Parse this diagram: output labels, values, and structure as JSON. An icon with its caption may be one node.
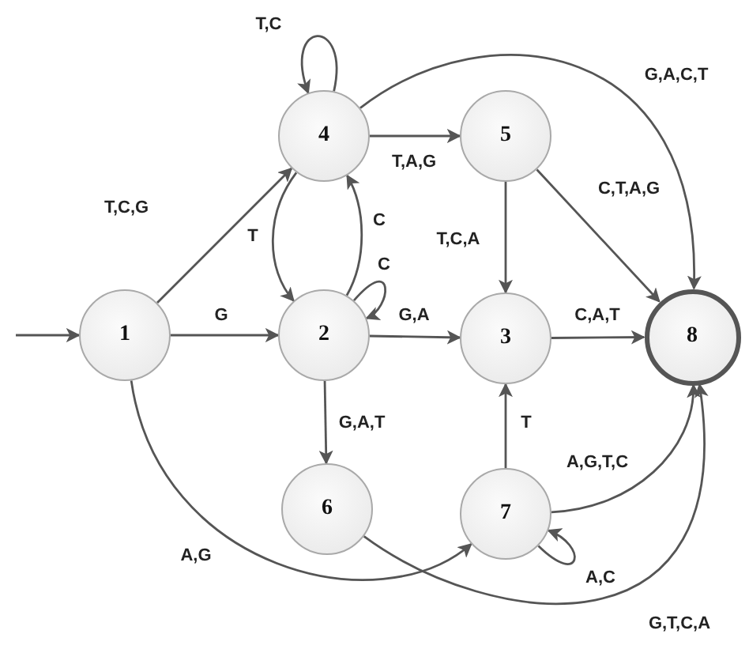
{
  "diagram": {
    "nodes": [
      {
        "text": [
          "1"
        ]
      },
      {
        "text": [
          "2"
        ]
      },
      {
        "text": [
          "3"
        ]
      },
      {
        "text": [
          "4"
        ]
      },
      {
        "text": [
          "5"
        ]
      },
      {
        "text": [
          "6"
        ]
      },
      {
        "text": [
          "7"
        ]
      },
      {
        "text": [
          "8"
        ]
      }
    ],
    "edges": [
      {
        "from": null,
        "to": 0,
        "arrow": "to"
      },
      {
        "from": 0,
        "to": 3,
        "arrow": "to",
        "label": "T,C,G"
      },
      {
        "from": 0,
        "to": 1,
        "arrow": "to",
        "label": "G"
      },
      {
        "from": 0,
        "to": 6,
        "arrow": "to",
        "label": "A,G"
      },
      {
        "from": 3,
        "to": 3,
        "arrow": "to",
        "label": "T,C"
      },
      {
        "from": 3,
        "to": 4,
        "arrow": "to",
        "label": "T,A,G"
      },
      {
        "from": 3,
        "to": 7,
        "arrow": "to",
        "label": "G,A,C,T"
      },
      {
        "from": 3,
        "to": 1,
        "arrow": "to",
        "label": "T"
      },
      {
        "from": 1,
        "to": 3,
        "arrow": "to",
        "label": "C"
      },
      {
        "from": 1,
        "to": 1,
        "arrow": "to",
        "label": "C"
      },
      {
        "from": 1,
        "to": 2,
        "arrow": "to",
        "label": "G,A"
      },
      {
        "from": 1,
        "to": 5,
        "arrow": "to",
        "label": "G,A,T"
      },
      {
        "from": 4,
        "to": 2,
        "arrow": "to",
        "label": "T,C,A"
      },
      {
        "from": 4,
        "to": 7,
        "arrow": "to",
        "label": "C,T,A,G"
      },
      {
        "from": 2,
        "to": 7,
        "arrow": "to",
        "label": "C,A,T"
      },
      {
        "from": 6,
        "to": 2,
        "arrow": "to",
        "label": "T"
      },
      {
        "from": 6,
        "to": 7,
        "arrow": "to",
        "label": "A,G,T,C"
      },
      {
        "from": 6,
        "to": 6,
        "arrow": "to",
        "label": "A,C"
      },
      {
        "from": 5,
        "to": 7,
        "arrow": "to",
        "label": "G,T,C,A"
      }
    ]
  }
}
